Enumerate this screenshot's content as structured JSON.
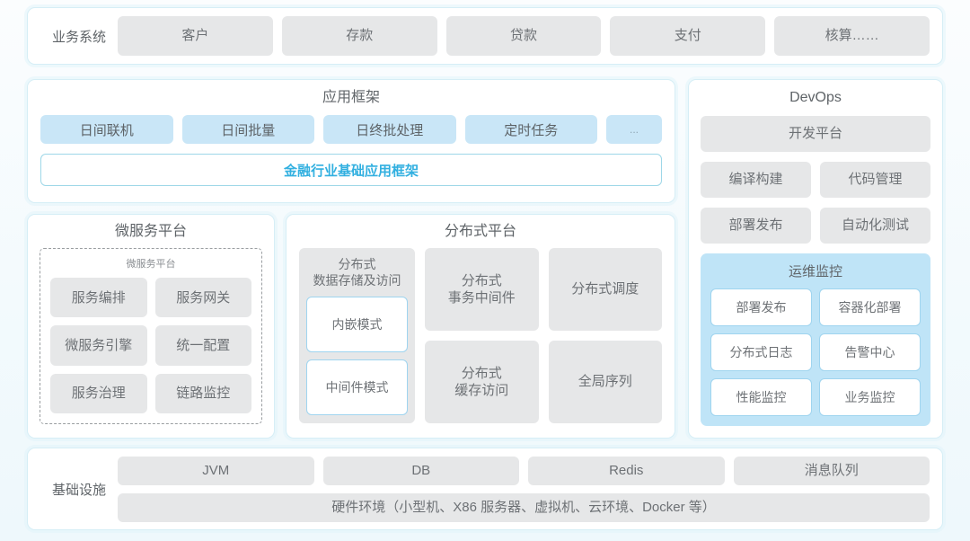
{
  "business_row": {
    "label": "业务系统",
    "items": [
      "客户",
      "存款",
      "贷款",
      "支付",
      "核算……"
    ]
  },
  "app_framework": {
    "title": "应用框架",
    "items": [
      "日间联机",
      "日间批量",
      "日终批处理",
      "定时任务",
      "..."
    ],
    "banner": "金融行业基础应用框架",
    "banner_color": "#32b0e0"
  },
  "microservice": {
    "title": "微服务平台",
    "inner_label": "微服务平台",
    "items": [
      "服务编排",
      "服务网关",
      "微服务引擎",
      "统一配置",
      "服务治理",
      "链路监控"
    ]
  },
  "distributed": {
    "title": "分布式平台",
    "storage": {
      "head": "分布式\n数据存储及访问",
      "head_line1": "分布式",
      "head_line2": "数据存储及访问",
      "modes": [
        "内嵌模式",
        "中间件模式"
      ]
    },
    "cells": [
      {
        "line1": "分布式",
        "line2": "事务中间件"
      },
      {
        "line1": "分布式调度",
        "line2": ""
      },
      {
        "line1": "分布式",
        "line2": "缓存访问"
      },
      {
        "line1": "全局序列",
        "line2": ""
      }
    ]
  },
  "devops": {
    "title": "DevOps",
    "platform": "开发平台",
    "row1": [
      "编译构建",
      "代码管理"
    ],
    "row2": [
      "部署发布",
      "自动化测试"
    ],
    "ops": {
      "title": "运维监控",
      "items": [
        "部署发布",
        "容器化部署",
        "分布式日志",
        "告警中心",
        "性能监控",
        "业务监控"
      ]
    }
  },
  "infrastructure": {
    "label": "基础设施",
    "items": [
      "JVM",
      "DB",
      "Redis",
      "消息队列"
    ],
    "hardware": "硬件环境（小型机、X86 服务器、虚拟机、云环境、Docker 等）"
  },
  "theme": {
    "page_bg": "#f3fafd",
    "card_border": "#d6eef6",
    "chip_gray": "#e6e7e8",
    "chip_blue": "#c9e6f7",
    "ops_panel": "#bfe4f7",
    "accent": "#32b0e0",
    "text": "#6d7175"
  }
}
